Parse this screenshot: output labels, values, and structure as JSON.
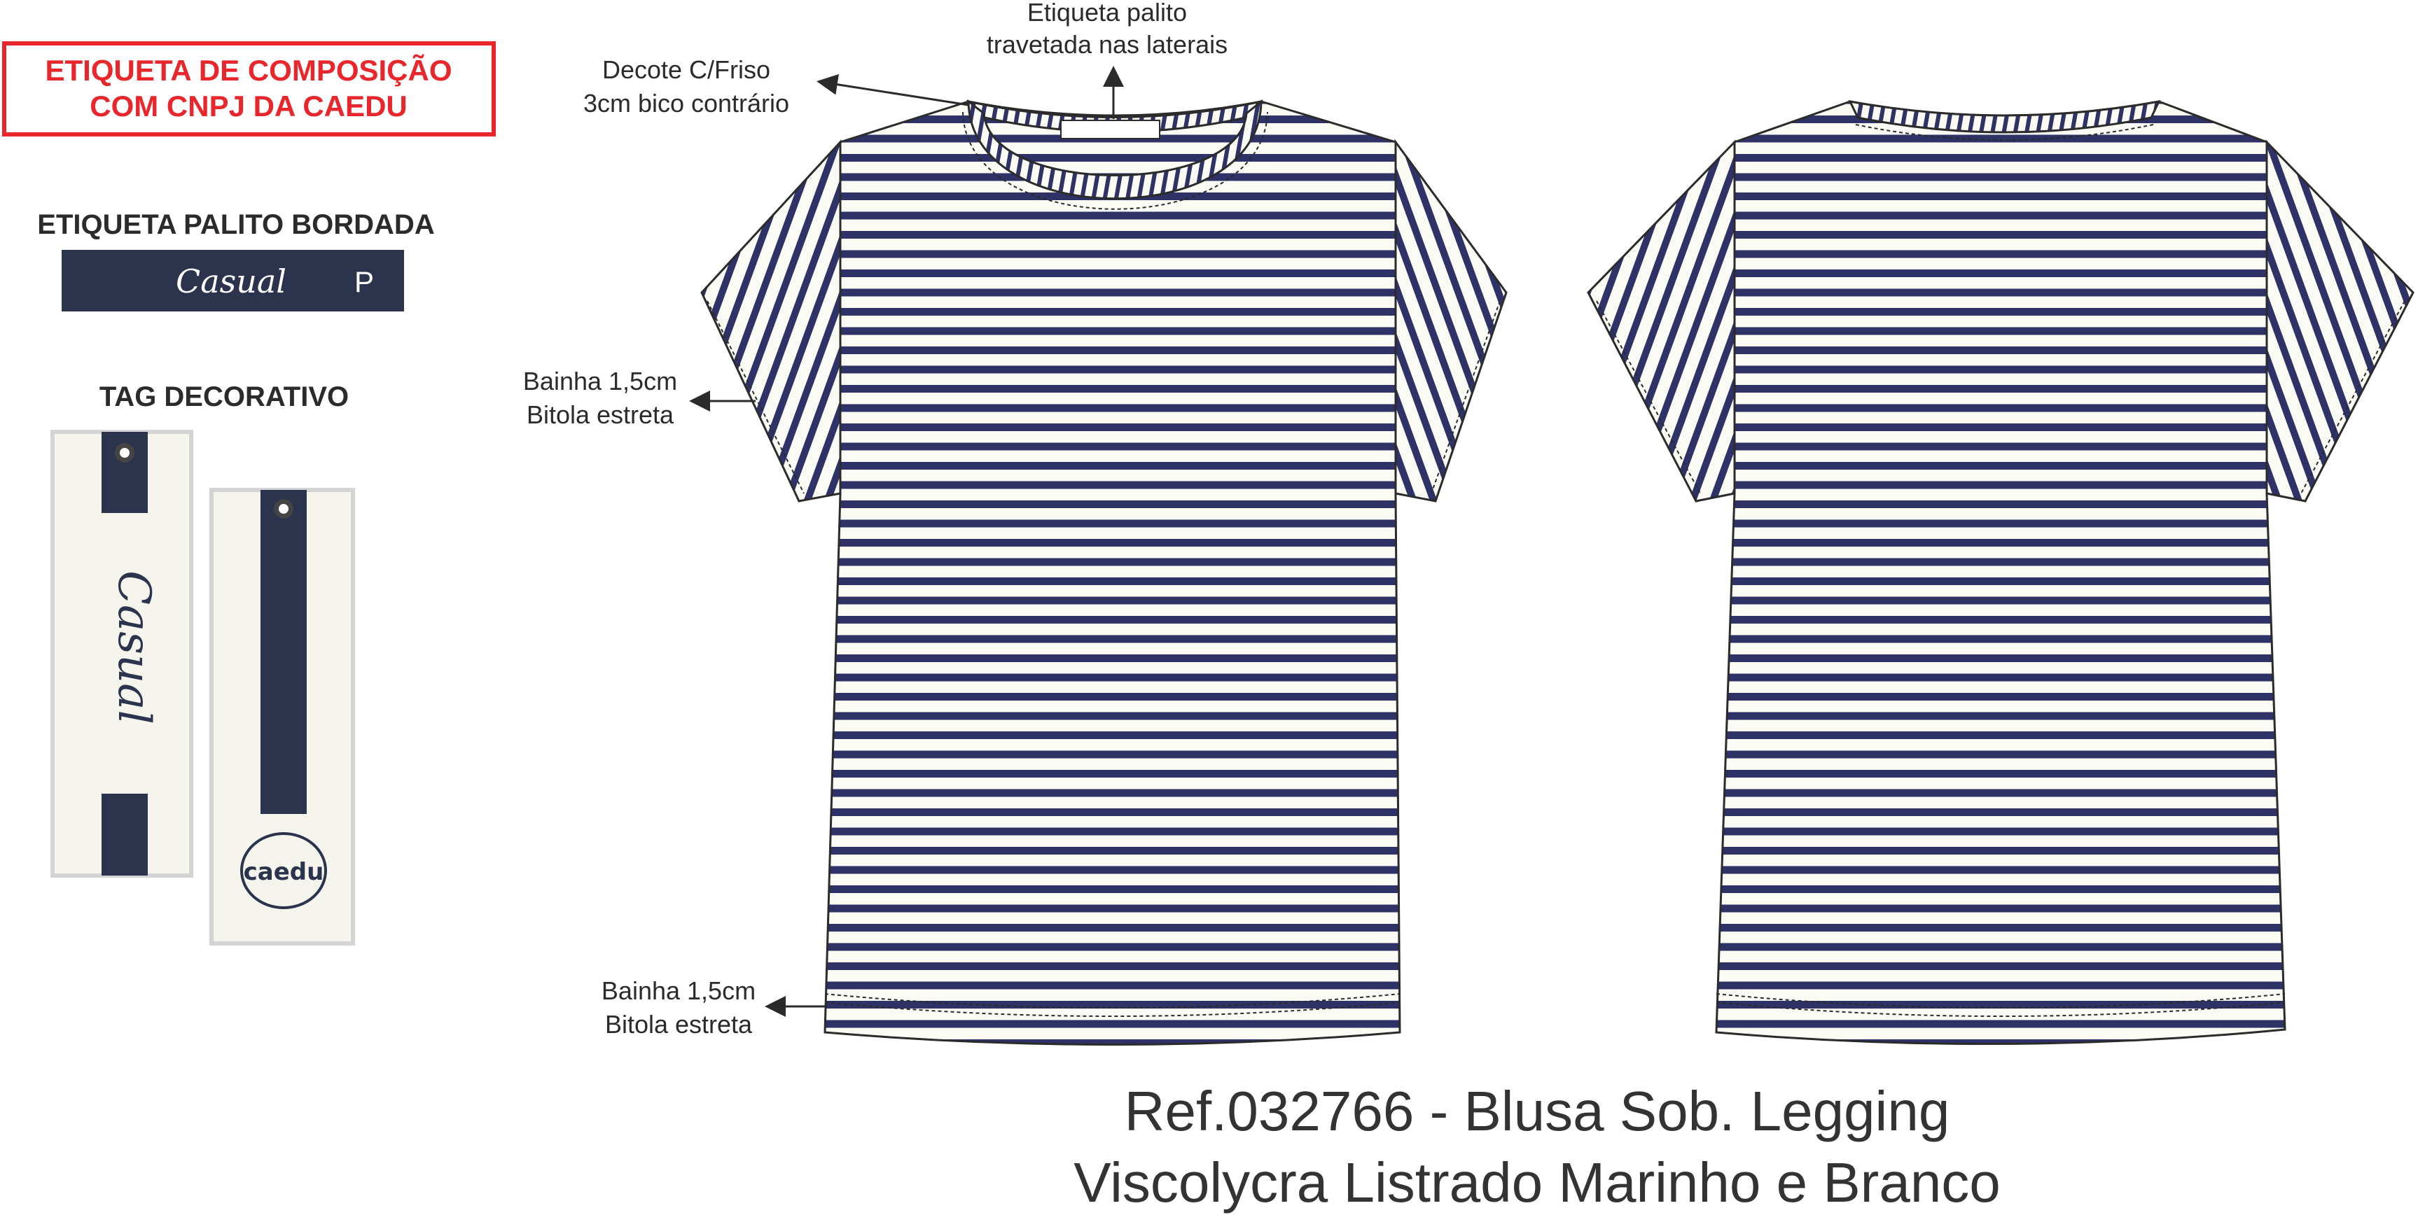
{
  "composition_label": {
    "line1": "ETIQUETA DE COMPOSIÇÃO",
    "line2": "COM CNPJ DA CAEDU"
  },
  "palito_label": {
    "heading": "ETIQUETA PALITO BORDADA",
    "brand": "Casual",
    "size": "P"
  },
  "tags": {
    "heading": "TAG DECORATIVO",
    "tag1_brand": "Casual",
    "tag2_logo": "caedu"
  },
  "annotations": {
    "neck_label": {
      "line1": "Etiqueta palito",
      "line2": "travetada nas laterais"
    },
    "neckline": {
      "line1": "Decote C/Friso",
      "line2": "3cm bico contrário"
    },
    "sleeve_hem": {
      "line1": "Bainha 1,5cm",
      "line2": "Bitola estreta"
    },
    "body_hem": {
      "line1": "Bainha 1,5cm",
      "line2": "Bitola estreta"
    }
  },
  "product": {
    "line1": "Ref.032766 - Blusa Sob. Legging",
    "line2": "Viscolycra Listrado Marinho e Branco"
  },
  "colors": {
    "navy": "#2e3266",
    "white": "#fbfbf5",
    "red": "#e8262b",
    "tag_navy": "#2b334d",
    "tag_bg": "#f5f5ee"
  }
}
